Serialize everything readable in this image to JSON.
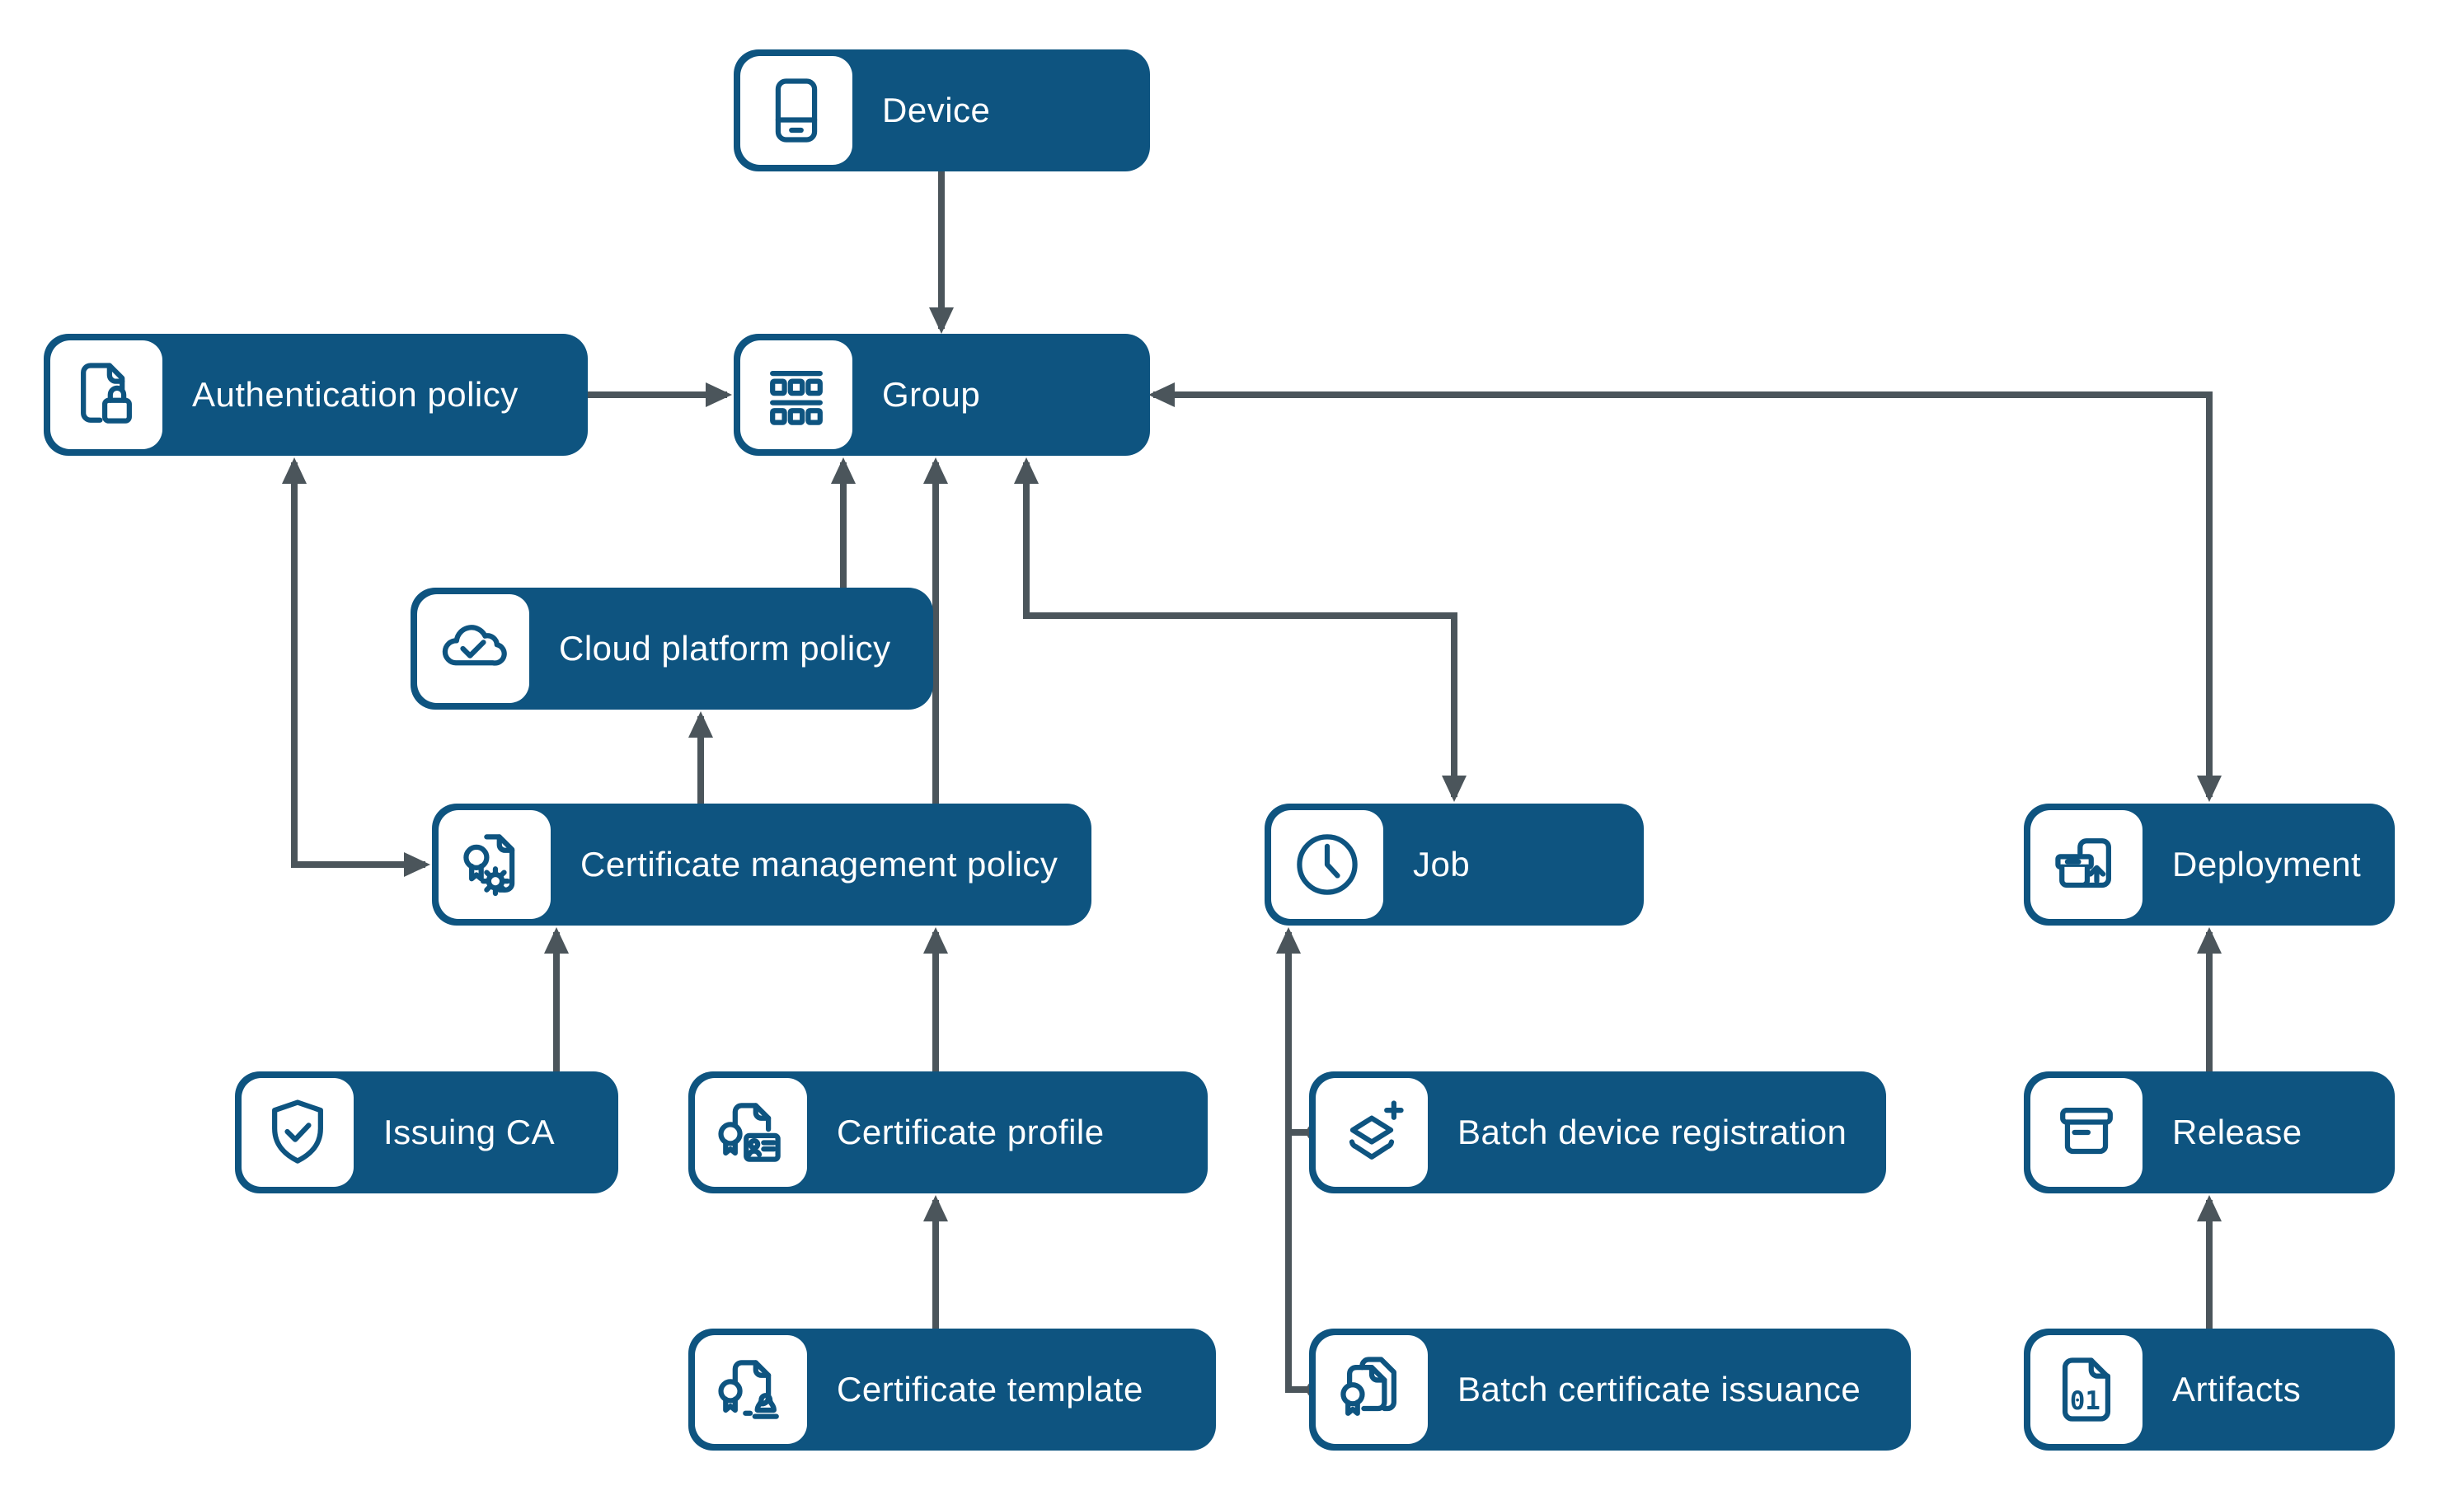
{
  "diagram": {
    "colors": {
      "node_fill": "#0e5480",
      "icon_background": "#ffffff",
      "icon_stroke": "#0e5480",
      "label_text": "#ffffff",
      "connector": "#4b555b",
      "background": "#ffffff"
    },
    "nodes": [
      {
        "id": "device",
        "label": "Device",
        "icon": "device-icon"
      },
      {
        "id": "authentication-policy",
        "label": "Authentication policy",
        "icon": "document-lock-icon"
      },
      {
        "id": "group",
        "label": "Group",
        "icon": "group-grid-icon"
      },
      {
        "id": "cloud-platform-policy",
        "label": "Cloud platform policy",
        "icon": "cloud-check-icon"
      },
      {
        "id": "certificate-management-policy",
        "label": "Certificate management policy",
        "icon": "certificate-gear-icon"
      },
      {
        "id": "issuing-ca",
        "label": "Issuing CA",
        "icon": "shield-check-icon"
      },
      {
        "id": "certificate-profile",
        "label": "Certificate profile",
        "icon": "certificate-id-card-icon"
      },
      {
        "id": "certificate-template",
        "label": "Certificate template",
        "icon": "certificate-stamp-icon"
      },
      {
        "id": "job",
        "label": "Job",
        "icon": "clock-icon"
      },
      {
        "id": "batch-device-registration",
        "label": "Batch device registration",
        "icon": "layers-plus-icon"
      },
      {
        "id": "batch-certificate-issuance",
        "label": "Batch certificate issuance",
        "icon": "certificate-documents-icon"
      },
      {
        "id": "deployment",
        "label": "Deployment",
        "icon": "box-upload-icon"
      },
      {
        "id": "release",
        "label": "Release",
        "icon": "archive-box-icon"
      },
      {
        "id": "artifacts",
        "label": "Artifacts",
        "icon": "file-01-icon"
      }
    ],
    "edges": [
      {
        "from": "device",
        "to": "group",
        "arrows": "end"
      },
      {
        "from": "authentication-policy",
        "to": "group",
        "arrows": "end"
      },
      {
        "from": "group",
        "to": "deployment",
        "arrows": "both"
      },
      {
        "from": "cloud-platform-policy",
        "to": "group",
        "arrows": "end"
      },
      {
        "from": "certificate-management-policy",
        "to": "group",
        "arrows": "end"
      },
      {
        "from": "group",
        "to": "job",
        "arrows": "both"
      },
      {
        "from": "authentication-policy",
        "to": "certificate-management-policy",
        "arrows": "both"
      },
      {
        "from": "certificate-management-policy",
        "to": "cloud-platform-policy",
        "arrows": "end"
      },
      {
        "from": "issuing-ca",
        "to": "certificate-management-policy",
        "arrows": "end"
      },
      {
        "from": "certificate-profile",
        "to": "certificate-management-policy",
        "arrows": "end"
      },
      {
        "from": "certificate-template",
        "to": "certificate-profile",
        "arrows": "end"
      },
      {
        "from": "batch-device-registration",
        "to": "job",
        "arrows": "end"
      },
      {
        "from": "batch-certificate-issuance",
        "to": "job",
        "arrows": "end"
      },
      {
        "from": "release",
        "to": "deployment",
        "arrows": "end"
      },
      {
        "from": "artifacts",
        "to": "release",
        "arrows": "end"
      }
    ]
  }
}
